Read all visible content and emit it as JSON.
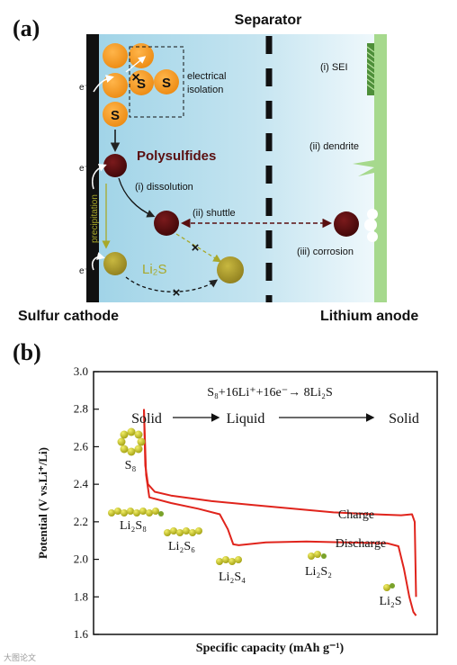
{
  "panel_a": {
    "label": "(a)",
    "separator_label": "Separator",
    "cathode_label": "Sulfur cathode",
    "anode_label": "Lithium anode",
    "electron": "e⁻",
    "s_label": "S",
    "electrical_isolation": [
      "electrical",
      "isolation"
    ],
    "polysulfides": "Polysulfides",
    "dissolution": "(i) dissolution",
    "shuttle": "(ii) shuttle",
    "precipitation": "precipitation",
    "li2s": "Li₂S",
    "sei": "(i) SEI",
    "dendrite": "(ii) dendrite",
    "corrosion": "(iii) corrosion",
    "cross": "×",
    "colors": {
      "sulfur": "#f39a1e",
      "polysulfide": "#5a0f10",
      "li2s": "#a89a2c",
      "electrolyte_left": "#9ed2e6",
      "anode": "#a5d98c"
    }
  },
  "panel_b": {
    "label": "(b)",
    "reaction": "S₈+16Li⁺+16e⁻→ 8Li₂S",
    "phases": [
      "Solid",
      "Liquid",
      "Solid"
    ],
    "species": [
      "S₈",
      "Li₂S₈",
      "Li₂S₆",
      "Li₂S₄",
      "Li₂S₂",
      "Li₂S"
    ],
    "charge_label": "Charge",
    "discharge_label": "Discharge",
    "ylabel": "Potential (V vs.Li⁺/Li)",
    "xlabel": "Specific capacity (mAh g⁻¹)",
    "watermark": "大图论文"
  },
  "chart_data": {
    "type": "line",
    "title": "",
    "xlabel": "Specific capacity (mAh g⁻¹)",
    "ylabel": "Potential (V vs.Li⁺/Li)",
    "ylim": [
      1.6,
      3.0
    ],
    "yticks": [
      "1.6",
      "1.8",
      "2.0",
      "2.2",
      "2.4",
      "2.6",
      "2.8",
      "3.0"
    ],
    "x_units": "arbitrary (no tick labels shown)",
    "xlim": [
      0,
      100
    ],
    "grid": false,
    "series": [
      {
        "name": "Charge",
        "points": [
          [
            0,
            2.8
          ],
          [
            0.5,
            2.5
          ],
          [
            1.5,
            2.4
          ],
          [
            4,
            2.36
          ],
          [
            10,
            2.34
          ],
          [
            25,
            2.31
          ],
          [
            40,
            2.29
          ],
          [
            55,
            2.27
          ],
          [
            70,
            2.25
          ],
          [
            85,
            2.24
          ],
          [
            95,
            2.235
          ],
          [
            99,
            2.24
          ],
          [
            100,
            2.2
          ],
          [
            100.5,
            1.8
          ]
        ]
      },
      {
        "name": "Discharge",
        "points": [
          [
            0,
            2.8
          ],
          [
            0.8,
            2.45
          ],
          [
            2,
            2.33
          ],
          [
            10,
            2.3
          ],
          [
            20,
            2.27
          ],
          [
            28,
            2.24
          ],
          [
            31,
            2.16
          ],
          [
            33,
            2.08
          ],
          [
            35,
            2.075
          ],
          [
            45,
            2.09
          ],
          [
            60,
            2.095
          ],
          [
            75,
            2.09
          ],
          [
            90,
            2.085
          ],
          [
            94,
            2.07
          ],
          [
            96,
            1.95
          ],
          [
            98,
            1.8
          ],
          [
            99.5,
            1.72
          ],
          [
            100.5,
            1.7
          ]
        ]
      }
    ]
  }
}
